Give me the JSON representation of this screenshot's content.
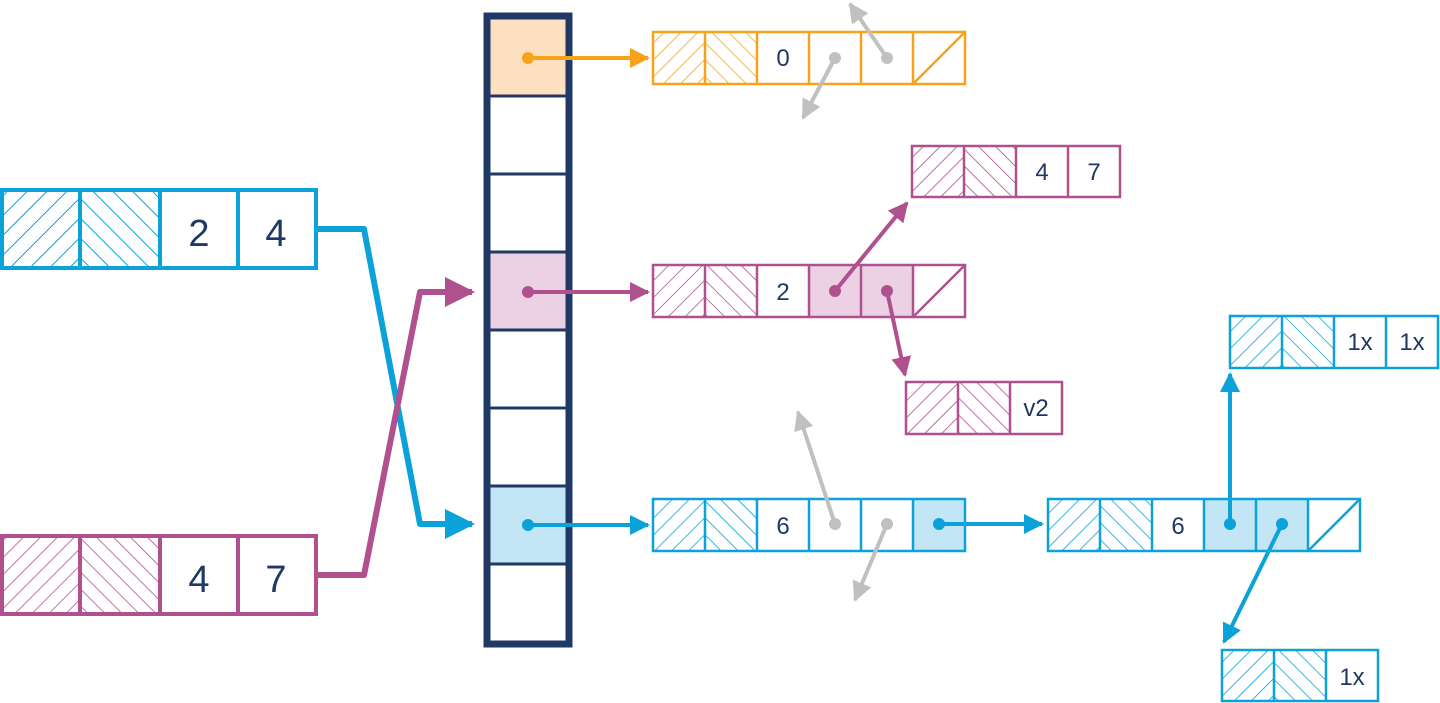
{
  "colors": {
    "navy": "#1f3864",
    "blue": "#0aa2d8",
    "blue_fill": "#c2e6f5",
    "magenta": "#b0508f",
    "magenta_fill": "#ecd1e4",
    "orange": "#f7a21b",
    "orange_fill": "#fde0c0",
    "gray": "#c0c0c0"
  },
  "labels": {
    "blue_key_a": "2",
    "blue_key_b": "4",
    "magenta_key_a": "4",
    "magenta_key_b": "7",
    "orange_node_value": "0",
    "magenta_node_value": "2",
    "magenta_upper_a": "4",
    "magenta_upper_b": "7",
    "magenta_lower_value": "v2",
    "blue_node_value": "6",
    "blue_node2_value": "6",
    "blue_top_a": "1x",
    "blue_top_b": "1x",
    "blue_bottom_value": "1x"
  }
}
